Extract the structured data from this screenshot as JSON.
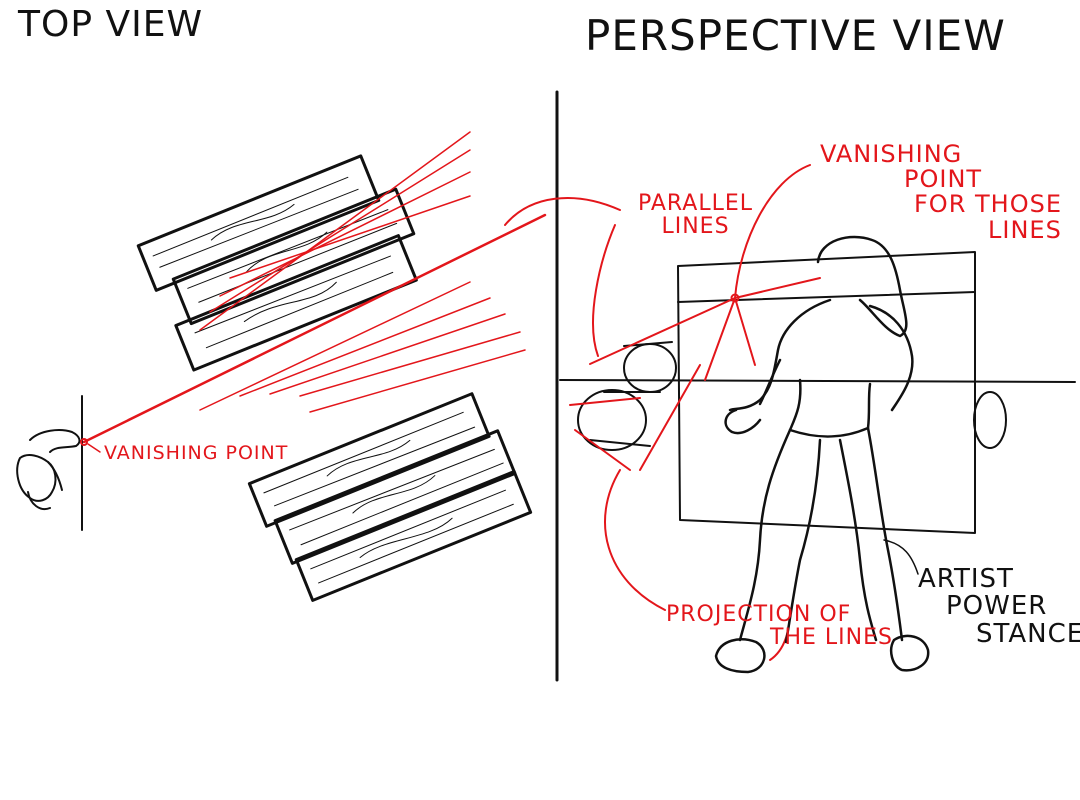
{
  "titles": {
    "left": "TOP VIEW",
    "right": "PERSPECTIVE VIEW"
  },
  "labels": {
    "vanishing_point_top": "VANISHING POINT",
    "parallel_lines": [
      "PARALLEL",
      "LINES"
    ],
    "vanishing_point_perspective": [
      "VANISHING",
      "POINT",
      "FOR THOSE",
      "LINES"
    ],
    "projection": [
      "PROJECTION OF",
      "THE LINES"
    ],
    "artist_stance": [
      "ARTIST",
      "POWER",
      "STANCE"
    ]
  },
  "colors": {
    "ink": "#111111",
    "annotation": "#e3161b",
    "background": "#ffffff"
  }
}
